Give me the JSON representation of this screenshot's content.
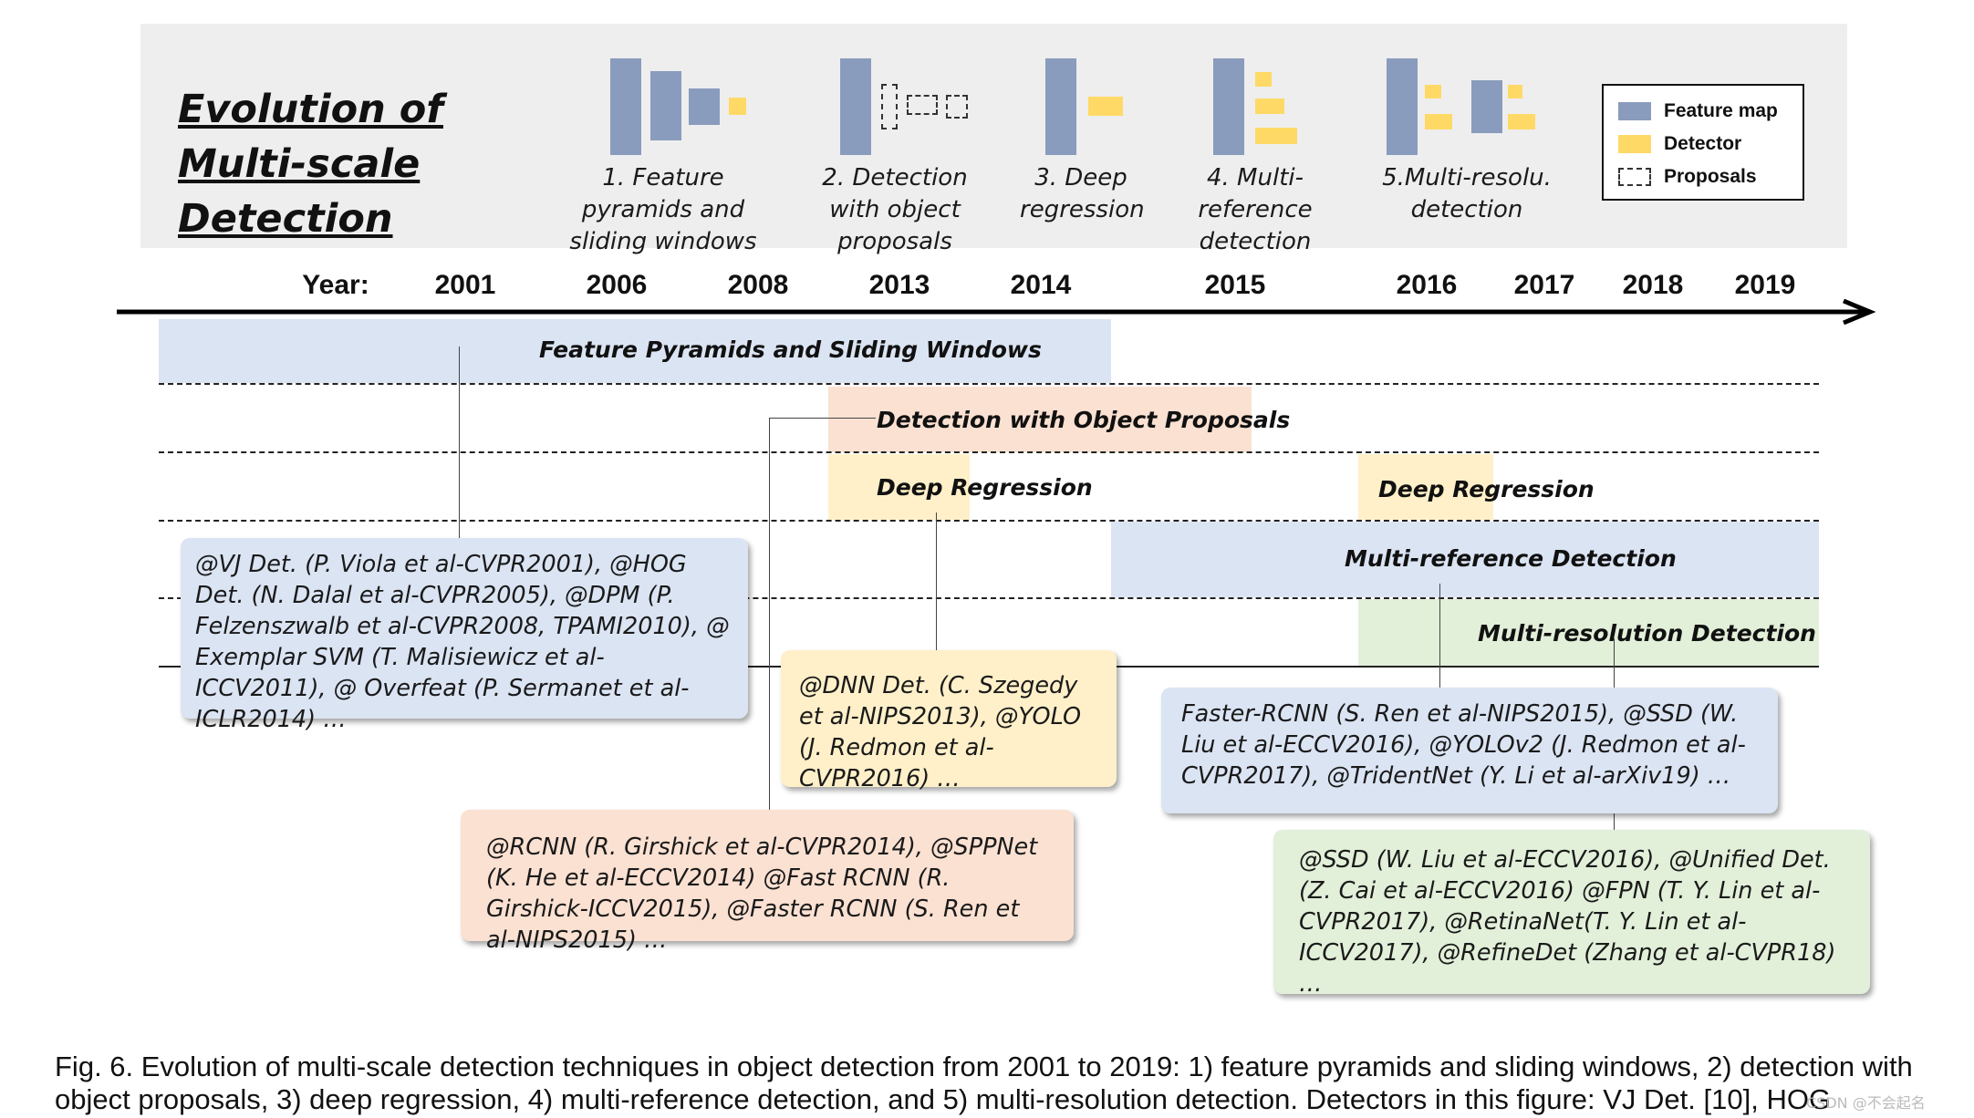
{
  "title": "Evolution of Multi-scale Detection",
  "icons": [
    {
      "caption": "1. Feature pyramids and sliding windows",
      "icon": "pyramid-icon"
    },
    {
      "caption": "2. Detection with object proposals",
      "icon": "proposals-icon"
    },
    {
      "caption": "3. Deep regression",
      "icon": "regression-icon"
    },
    {
      "caption": "4. Multi-reference detection",
      "icon": "multi-reference-icon"
    },
    {
      "caption": "5.Multi-resolu. detection",
      "icon": "multi-resolution-icon"
    }
  ],
  "legend": [
    {
      "label": "Feature map",
      "color": "#8a9cbd"
    },
    {
      "label": "Detector",
      "color": "#ffd966"
    },
    {
      "label": "Proposals",
      "color": "#ffffff"
    }
  ],
  "timeline": {
    "year_label": "Year:",
    "years": [
      "2001",
      "2006",
      "2008",
      "2013",
      "2014",
      "2015",
      "2016",
      "2017",
      "2018",
      "2019"
    ]
  },
  "bands": {
    "feature_pyramids": "Feature Pyramids and Sliding Windows",
    "object_proposals": "Detection with Object Proposals",
    "deep_regression_1": "Deep Regression",
    "deep_regression_2": "Deep Regression",
    "multi_reference": "Multi-reference Detection",
    "multi_resolution": "Multi-resolution Detection"
  },
  "boxes": {
    "sliding_windows": "@VJ Det. (P. Viola et al-CVPR2001), @HOG Det. (N. Dalal et al-CVPR2005), @DPM (P. Felzenszwalb et al-CVPR2008, TPAMI2010), @ Exemplar SVM (T. Malisiewicz et al-ICCV2011), @ Overfeat (P. Sermanet et al-ICLR2014) …",
    "deep_regression": "@DNN Det. (C. Szegedy et al-NIPS2013), @YOLO (J. Redmon et al-CVPR2016) …",
    "multi_reference": "Faster-RCNN (S. Ren et al-NIPS2015), @SSD (W. Liu et al-ECCV2016), @YOLOv2 (J. Redmon et al-CVPR2017), @TridentNet (Y. Li et al-arXiv19) …",
    "proposals": "@RCNN (R. Girshick et al-CVPR2014), @SPPNet (K. He et al-ECCV2014) @Fast RCNN (R. Girshick-ICCV2015), @Faster RCNN (S. Ren et al-NIPS2015) …",
    "multi_resolution": "@SSD (W. Liu et al-ECCV2016), @Unified Det. (Z. Cai et al-ECCV2016) @FPN (T. Y. Lin et al-CVPR2017), @RetinaNet(T. Y. Lin et al-ICCV2017), @RefineDet (Zhang et al-CVPR18) …"
  },
  "caption": "Fig. 6.  Evolution of multi-scale detection techniques in object detection from 2001 to 2019: 1) feature pyramids and sliding windows, 2) detection with object proposals, 3) deep regression, 4) multi-reference detection, and 5) multi-resolution detection. Detectors in this figure: VJ Det. [10], HOG",
  "watermark": "CSDN @不会起名",
  "colors": {
    "feature_map": "#8a9cbd",
    "detector": "#ffd966",
    "blue_band": "#dbe4f3",
    "orange_band": "#fbe1d2",
    "yellow_band": "#fff0c9",
    "green_band": "#e2efd9"
  }
}
